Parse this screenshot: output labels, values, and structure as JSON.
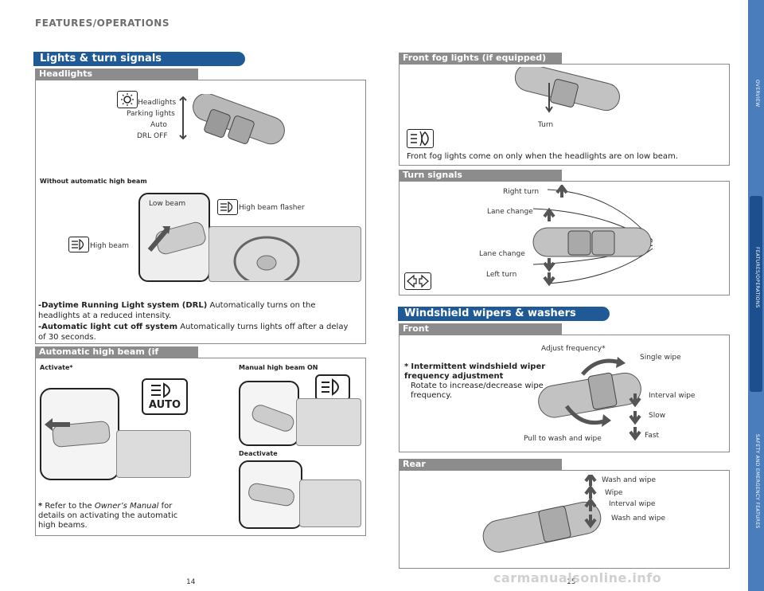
{
  "page_header": "FEATURES/OPERATIONS",
  "side_tabs": [
    "OVERVIEW",
    "FEATURES/OPERATIONS",
    "SAFETY AND EMERGENCY FEATURES"
  ],
  "left": {
    "section_title": "Lights & turn signals",
    "headlights": {
      "bar": "Headlights",
      "labels": {
        "headlights": "Headlights",
        "parking": "Parking lights",
        "auto": "Auto",
        "drl_off": "DRL OFF"
      },
      "without_auto": "Without automatic high beam",
      "low_beam": "Low beam",
      "high_beam_flasher": "High beam flasher",
      "high_beam": "High beam",
      "note1_bold": "-Daytime Running Light system (DRL)",
      "note1_text": " Automatically turns on the headlights at a reduced intensity.",
      "note2_bold": "-Automatic light cut off system",
      "note2_text": " Automatically turns lights off after a delay of 30 seconds."
    },
    "auto_high_beam": {
      "bar": "Automatic high beam (if equipped)",
      "activate": "Activate*",
      "manual_on": "Manual high beam ON",
      "deactivate": "Deactivate",
      "auto_icon": "AUTO",
      "note_star": "*",
      "note_pre": " Refer to the ",
      "note_italic": "Owner’s Manual",
      "note_post": " for details on activating the automatic high beams."
    },
    "page_number": "14"
  },
  "right": {
    "fog": {
      "bar": "Front fog lights (if equipped)",
      "turn": "Turn",
      "text": "Front fog lights come on only when the headlights are on low beam."
    },
    "turn_signals": {
      "bar": "Turn signals",
      "right_turn": "Right turn",
      "lane_change_up": "Lane change",
      "lane_change_down": "Lane change",
      "left_turn": "Left turn"
    },
    "wipers": {
      "section_title": "Windshield wipers & washers",
      "front_bar": "Front",
      "note_star": "*",
      "note_bold": "Intermittent windshield wiper frequency adjustment",
      "note_text": "Rotate to increase/decrease wipe frequency.",
      "adjust": "Adjust frequency*",
      "single": "Single wipe",
      "interval": "Interval wipe",
      "slow": "Slow",
      "fast": "Fast",
      "pull": "Pull to wash and wipe",
      "rear_bar": "Rear",
      "rear_wash_top": "Wash and wipe",
      "rear_wipe": "Wipe",
      "rear_interval": "Interval wipe",
      "rear_wash_bottom": "Wash and wipe"
    },
    "page_number": "15"
  },
  "footer_watermark": "carmanualsonline.info"
}
